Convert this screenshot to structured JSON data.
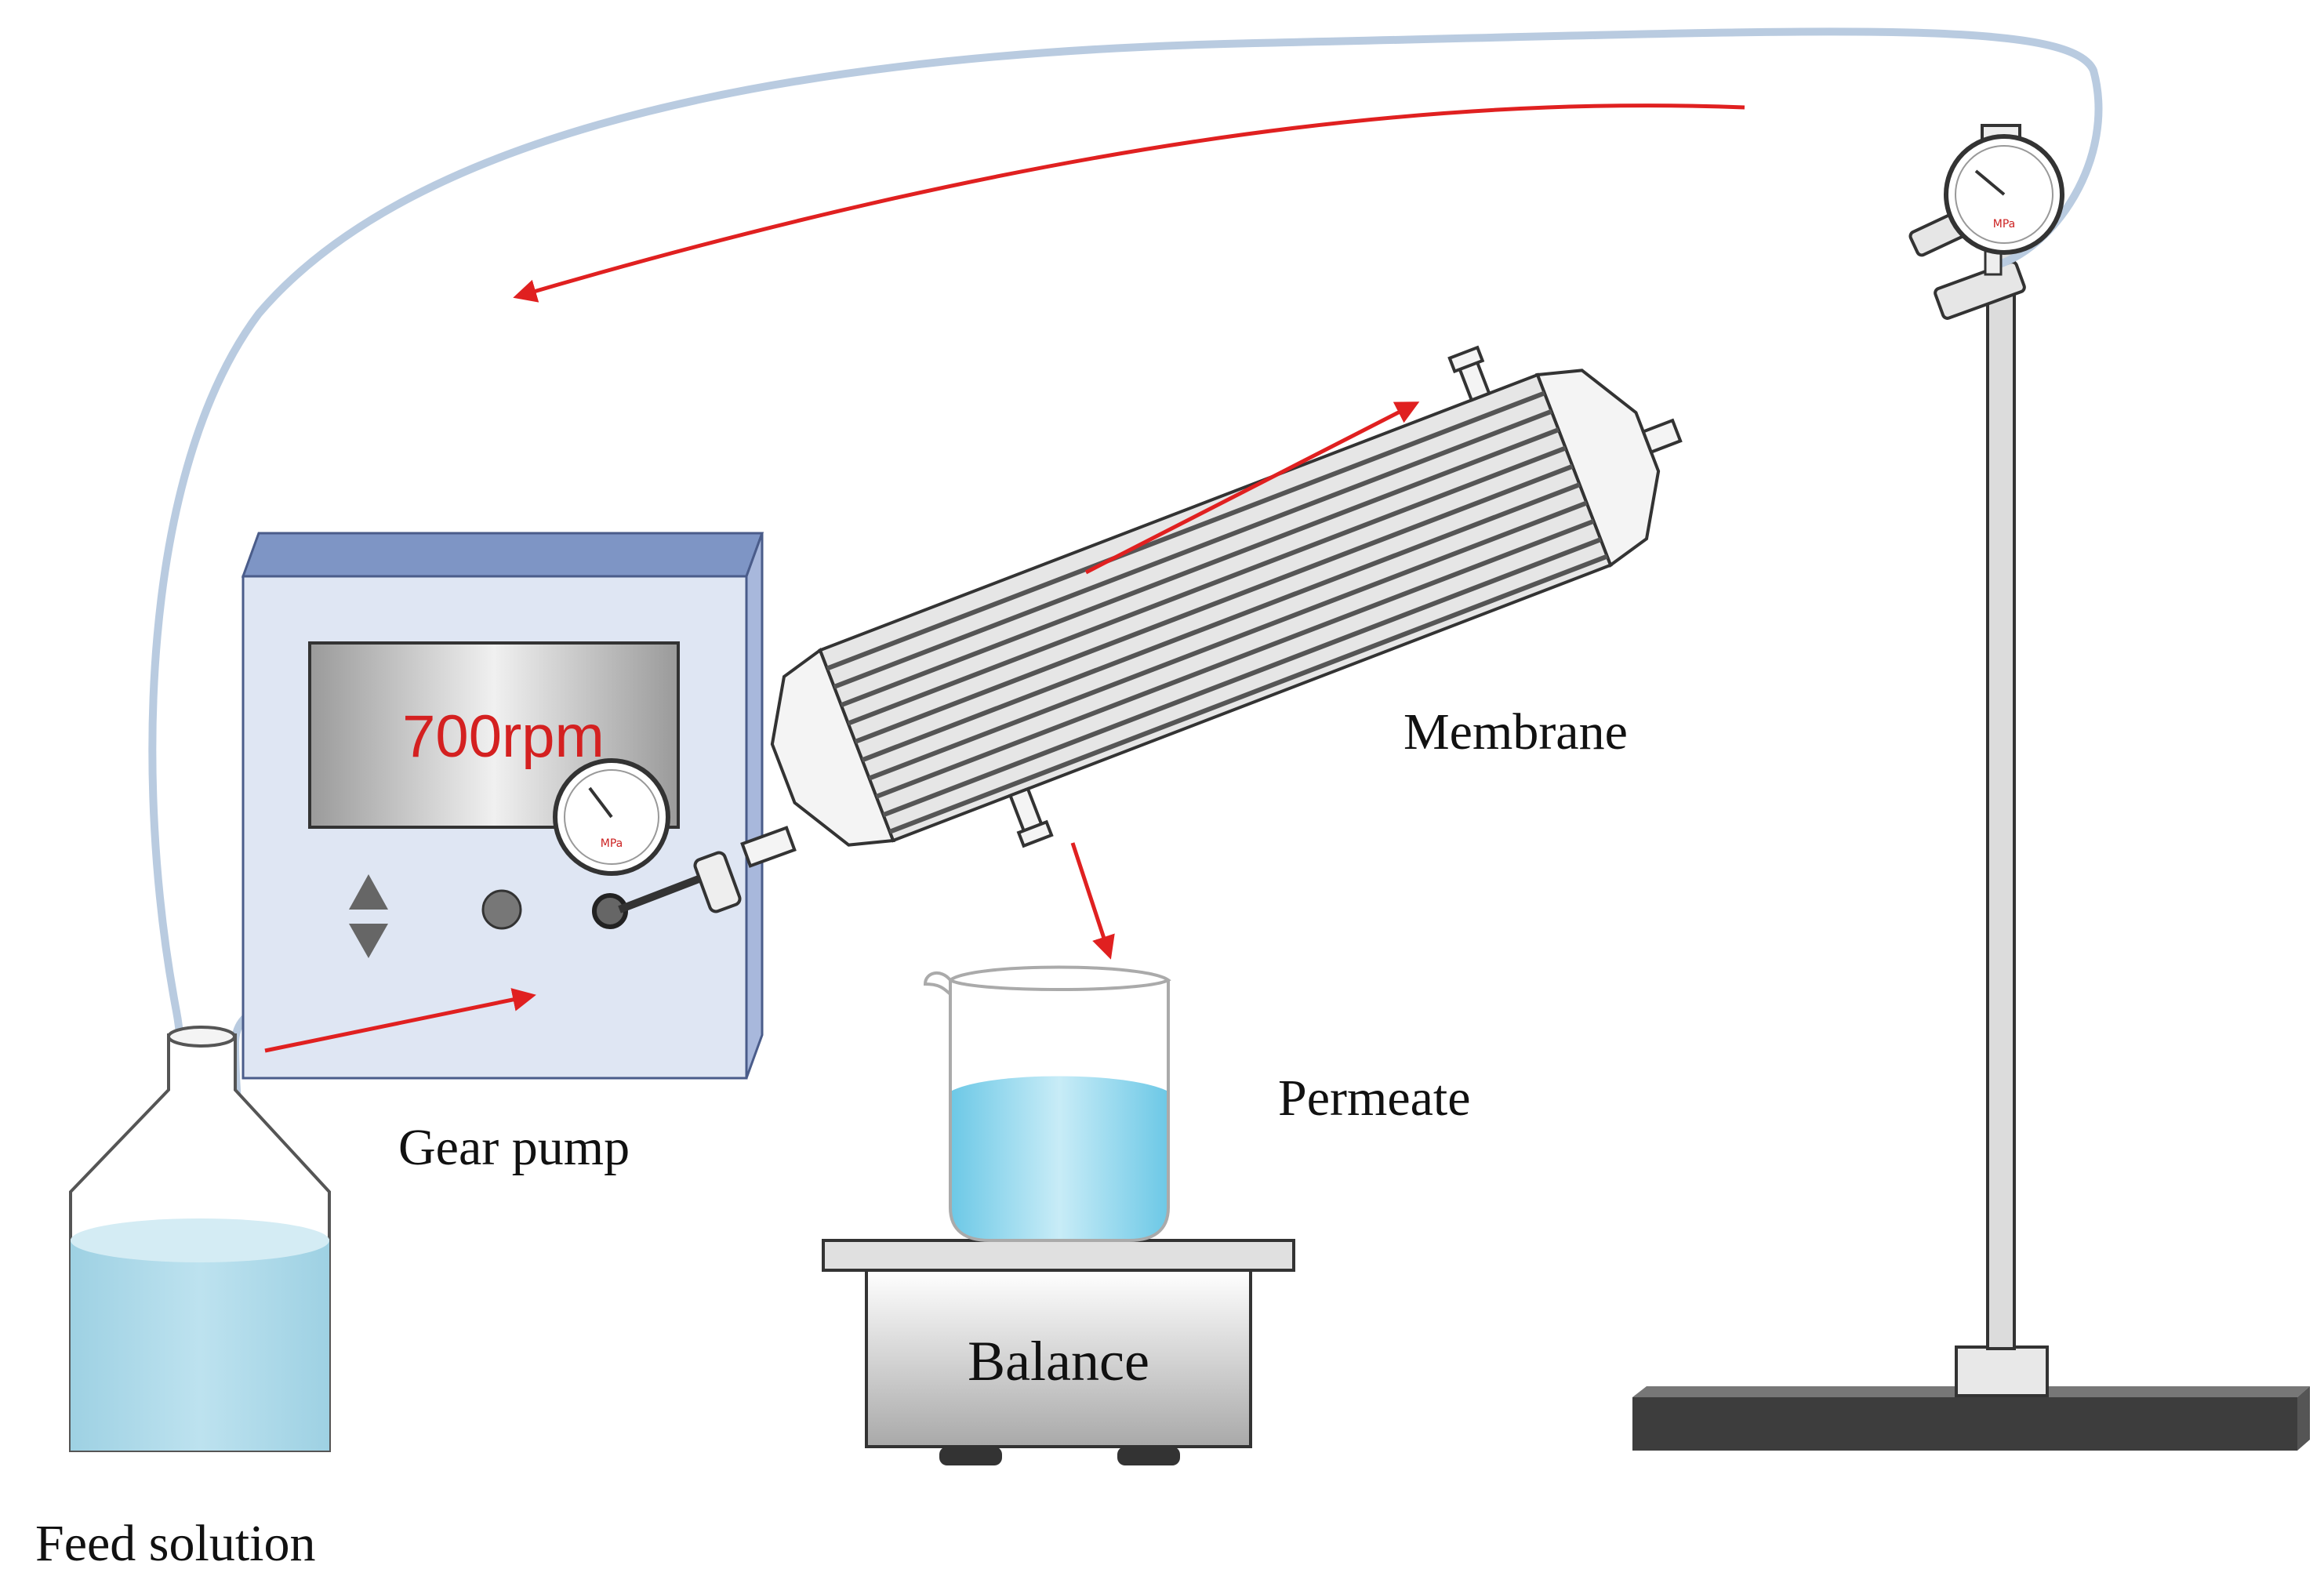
{
  "labels": {
    "display": "700rpm",
    "membrane": "Membrane",
    "gear_pump": "Gear pump",
    "permeate": "Permeate",
    "balance": "Balance",
    "feed_solution": "Feed solution",
    "gauge_unit": "MPa"
  },
  "colors": {
    "tube": "#b9cbe0",
    "flow_arrow": "#e02020",
    "display_text": "#d42020",
    "pump_face": "#dfe6f3",
    "pump_top": "#7e95c5",
    "pump_side": "#a8b8dc",
    "water": "#8fd3e8",
    "stand": "#3d3d3d"
  },
  "icons": [
    "up-triangle-icon",
    "down-triangle-icon",
    "round-button-icon",
    "pressure-gauge-icon"
  ]
}
